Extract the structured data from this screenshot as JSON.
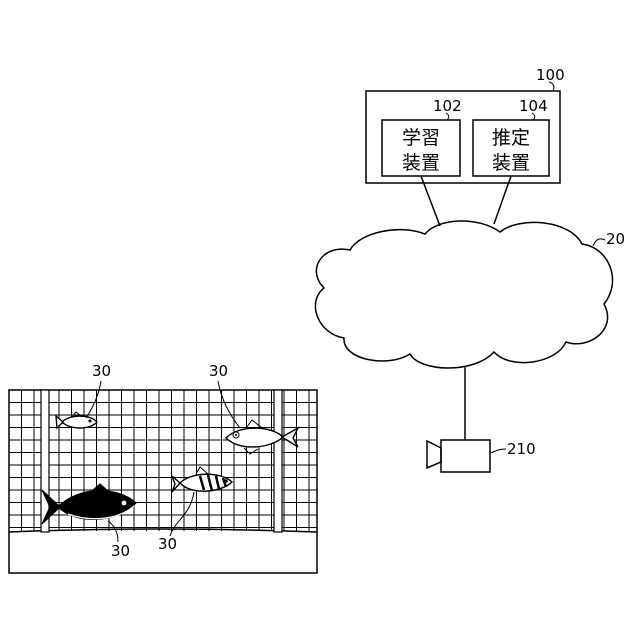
{
  "system": {
    "ref": "100",
    "learning_device": {
      "ref": "102",
      "label_line1": "学習",
      "label_line2": "装置"
    },
    "estimation_device": {
      "ref": "104",
      "label_line1": "推定",
      "label_line2": "装置"
    }
  },
  "network": {
    "ref": "20"
  },
  "camera": {
    "ref": "210"
  },
  "fish_refs": [
    "30",
    "30",
    "30",
    "30"
  ]
}
